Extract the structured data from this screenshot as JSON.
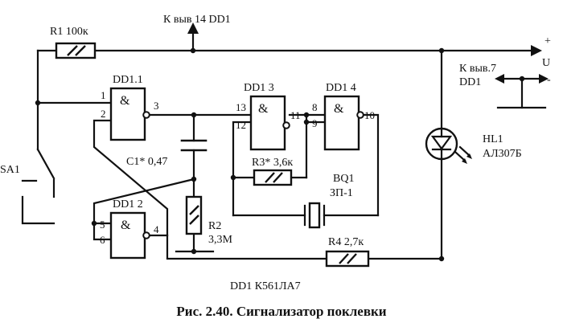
{
  "figure": {
    "caption": "Рис. 2.40. Сигнализатор поклевки",
    "chip_note": "DD1 К561ЛА7"
  },
  "power": {
    "top_label": "К выв 14 DD1",
    "right_label_line1": "К выв.7",
    "right_label_line2": "DD1",
    "plus": "+",
    "u": "U",
    "minus": "-"
  },
  "components": {
    "r1": "R1 100к",
    "r2_line1": "R2",
    "r2_line2": "3,3М",
    "r3": "R3* 3,6к",
    "r4": "R4 2,7к",
    "c1": "C1* 0,47",
    "bq1_line1": "BQ1",
    "bq1_line2": "ЗП-1",
    "hl1_line1": "HL1",
    "hl1_line2": "АЛ307Б",
    "sa1": "SA1"
  },
  "gates": {
    "dd1_1": {
      "name": "DD1.1",
      "in1": "1",
      "in2": "2",
      "out": "3",
      "symbol": "&"
    },
    "dd1_2": {
      "name": "DD1 2",
      "in1": "5",
      "in2": "6",
      "out": "4",
      "symbol": "&"
    },
    "dd1_3": {
      "name": "DD1 3",
      "in1": "13",
      "in2": "12",
      "out": "11",
      "symbol": "&"
    },
    "dd1_4": {
      "name": "DD1 4",
      "in1": "8",
      "in2": "9",
      "out": "10",
      "symbol": "&"
    }
  }
}
